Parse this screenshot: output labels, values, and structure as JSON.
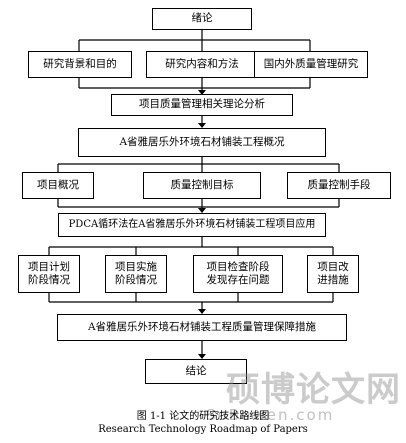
{
  "nodes": {
    "intro": "绪论",
    "background": "研究背景和目的",
    "content_method": "研究内容和方法",
    "literature": "国内外质量管理研究",
    "theory": "项目质量管理相关理论分析",
    "overview": "A省雅居乐外环境石材铺装工程概况",
    "project_overview": "项目概况",
    "quality_goal": "质量控制目标",
    "quality_means": "质量控制手段",
    "pdca": "PDCA循环法在A省雅居乐外环境石材铺装工程项目应用",
    "plan": "项目计划\n阶段情况",
    "do": "项目实施\n阶段情况",
    "check": "项目检查阶段\n发现存在问题",
    "act": "项目改\n进措施",
    "measures": "A省雅居乐外环境石材铺装工程质量管理保障措施",
    "conclusion": "结论"
  },
  "caption": {
    "cn": "图 1-1 论文的研究技术路线图",
    "en": "Research Technology Roadmap of Papers"
  },
  "watermark": {
    "main": "硕博论文网",
    "url": "SoBuwen.com"
  }
}
